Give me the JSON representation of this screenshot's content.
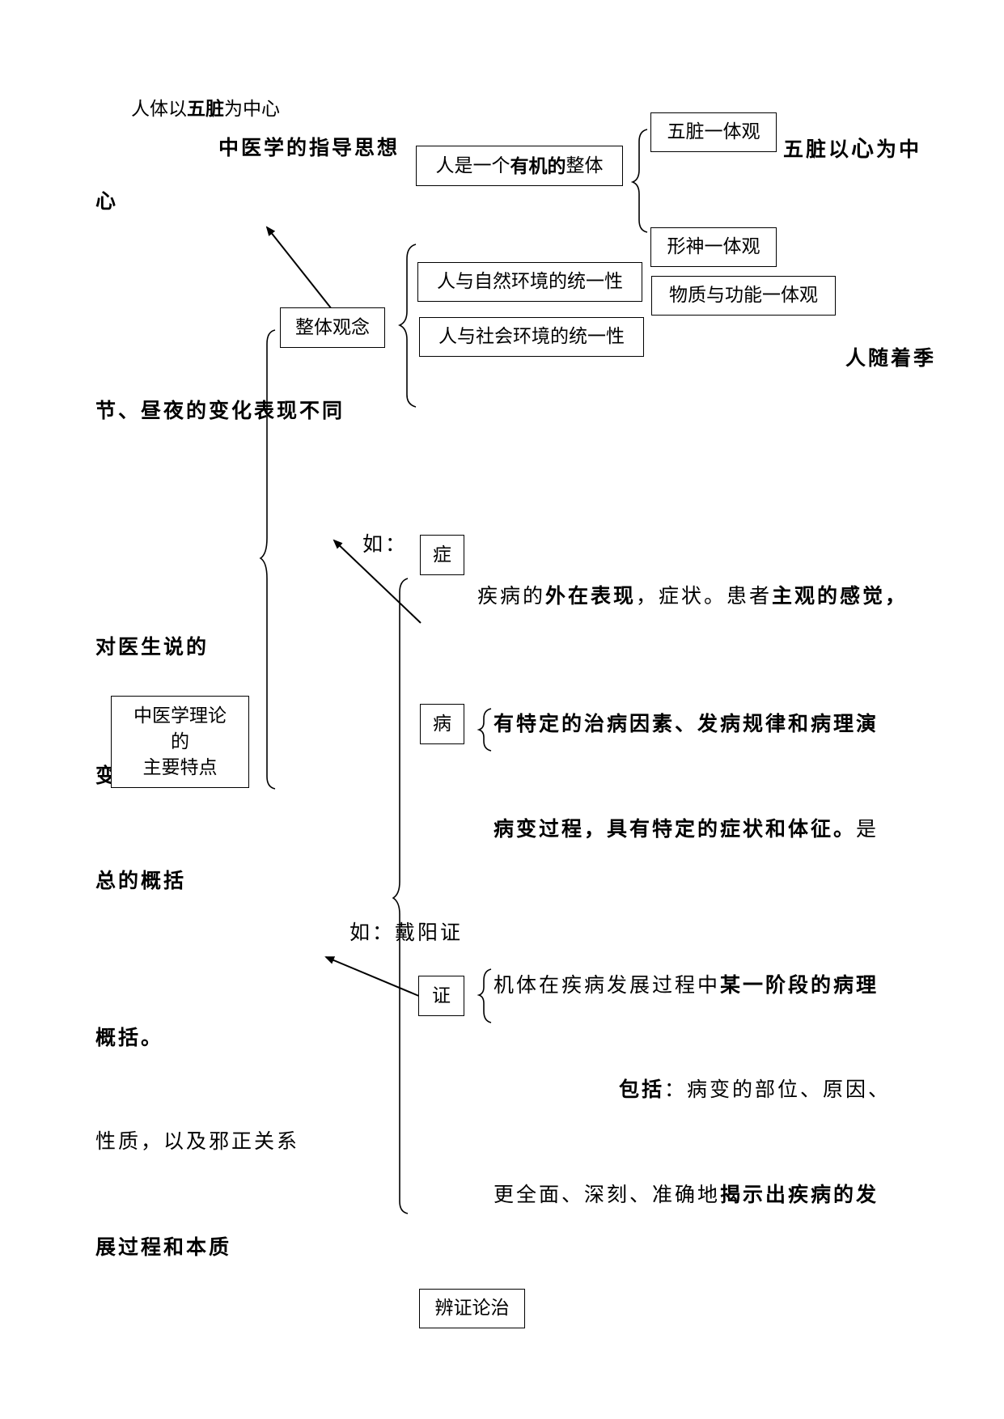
{
  "header_note": {
    "p1": "人体以",
    "b1": "五脏",
    "p2": "为中心"
  },
  "guiding_title": "中医学的指导思想",
  "five_organs_center": {
    "p1": "五脏以",
    "b1": "心",
    "p2": "为中"
  },
  "center_cont": "心",
  "boxes": {
    "organic_whole": {
      "p1": "人是一个",
      "b1": "有机的",
      "p2": "整体"
    },
    "five_organs_one": "五脏一体观",
    "form_spirit": "形神一体观",
    "nature_unity": "人与自然环境的统一性",
    "matter_function": "物质与功能一体观",
    "society_unity": "人与社会环境的统一性",
    "holism": "整体观念",
    "main_features_l1": "中医学理论",
    "main_features_l2": "的",
    "main_features_l3": "主要特点",
    "symptom": "症",
    "disease": "病",
    "syndrome": "证",
    "differentiation": "辨证论治"
  },
  "season_text": "人随着季",
  "season_cont": "节、昼夜的变化表现不同",
  "example1": "如：",
  "symptom_def": {
    "p1": "疾病的",
    "b1": "外在表现",
    "p2": "，症状。患者",
    "b2": "主观的感觉，"
  },
  "doctor_says": "对医生说的",
  "main_features_prefix": "变",
  "disease_def": "有特定的治病因素、发病规律和病理演",
  "disease_def2": {
    "b1": "病变过程，具有特定的症状和体征。",
    "p1": "是"
  },
  "general_summary": "总的概括",
  "example2": "如：戴阳证",
  "syndrome_def": {
    "p1": "机体在疾病发展过程中",
    "b1": "某一阶段的病理"
  },
  "summary": "概括。",
  "includes": {
    "b1": "包括",
    "p1": "：病变的部位、原因、"
  },
  "nature_relation": "性质，以及邪正关系",
  "reveal": {
    "p1": "更全面、深刻、准确地",
    "b1": "揭示出疾病的发"
  },
  "reveal_cont": "展过程和本质"
}
